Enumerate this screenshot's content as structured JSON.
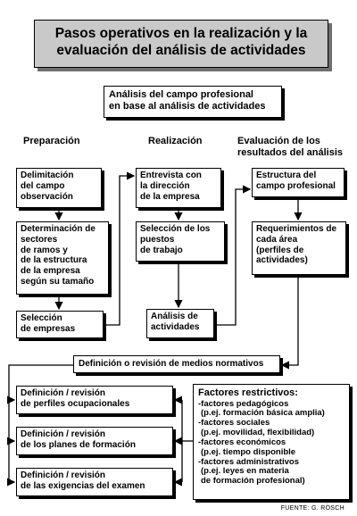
{
  "title": {
    "line1": "Pasos operativos en la realización y la",
    "line2": "evaluación del análisis de actividades"
  },
  "analysis_box": {
    "line1": "Análisis del campo profesional",
    "line2": "en base al análisis de actividades"
  },
  "columns": {
    "preparacion": "Preparación",
    "realizacion": "Realización",
    "evaluacion_line1": "Evaluación de los",
    "evaluacion_line2": "resultados del análisis"
  },
  "prep_steps": [
    [
      "Delimitación",
      "del campo",
      "observación"
    ],
    [
      "Determinación de",
      "sectores",
      "de ramos y",
      "de la estructura",
      "de la empresa",
      "según su tamaño"
    ],
    [
      "Selección",
      "de empresas"
    ]
  ],
  "real_steps": [
    [
      "Entrevista con",
      "la dirección",
      "de la empresa"
    ],
    [
      "Selección de los",
      "puestos",
      "de trabajo"
    ],
    [
      "Análisis de",
      "actividades"
    ]
  ],
  "eval_steps": [
    [
      "Estructura del",
      "campo profesional"
    ],
    [
      "Requerimientos de",
      "cada área",
      "(perfiles de",
      "actividades)"
    ]
  ],
  "medios": "Definición o revisión de medios normativos",
  "definitions": [
    [
      "Definición / revisión",
      "de perfiles ocupacionales"
    ],
    [
      "Definición / revisión",
      "de los planes de formación"
    ],
    [
      "Definición / revisión",
      "de las exigencias del examen"
    ]
  ],
  "factores": {
    "title": "Factores restrictivos:",
    "lines": [
      "-factores pedagógicos",
      "(p.ej. formación básica amplia)",
      "-factores sociales",
      "(p.ej. movilidad, flexibilidad)",
      "-factores económicos",
      "(p.ej. tiempo disponible",
      "-factores administrativos",
      "(p.ej. leyes en materia",
      "de formación profesional)"
    ]
  },
  "credit": "FUENTE: G. RÖSCH"
}
